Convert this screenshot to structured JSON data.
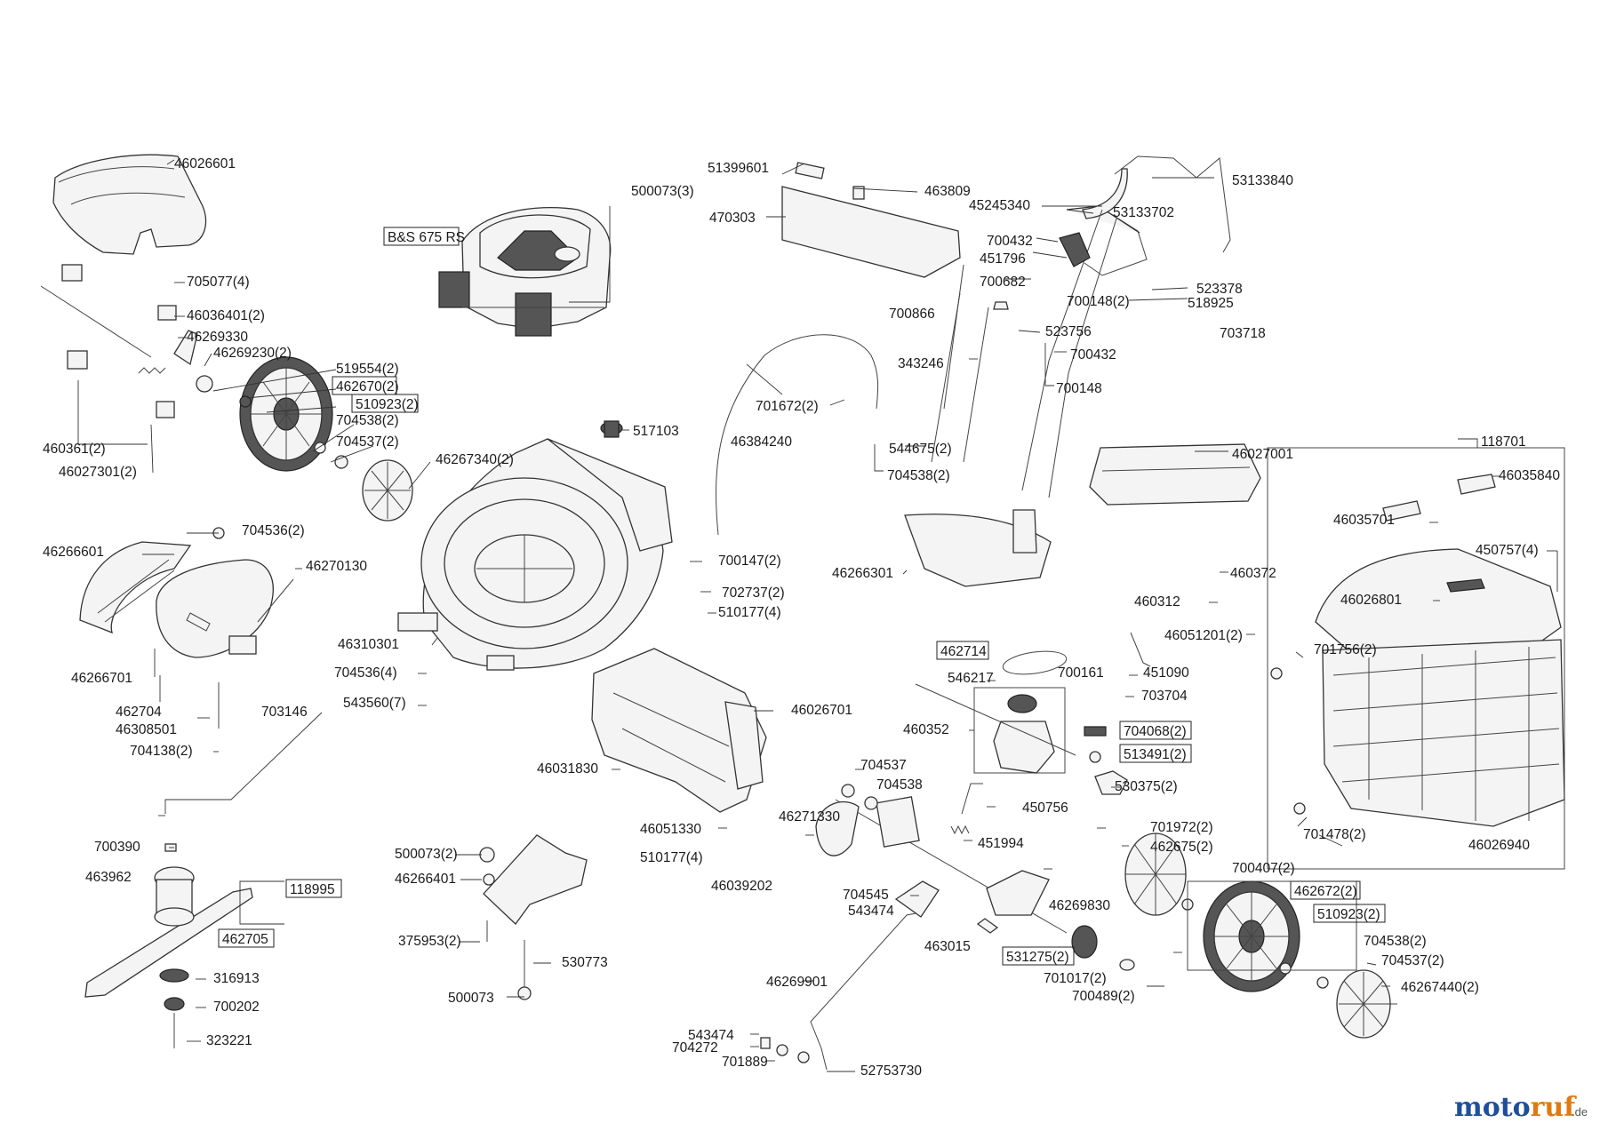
{
  "engine_label": "B&S 675 RS",
  "logo": {
    "text": "motoruf",
    "suffix": ".de",
    "color_primary": "#1f4f9a",
    "color_accent": "#e07a10"
  },
  "boxed_numbers": [
    "462670(2)",
    "510923(2)",
    "462714",
    "704068(2)",
    "513491(2)",
    "462672(2)",
    "510923(2)",
    "531275(2)",
    "118995",
    "462705"
  ],
  "labels": [
    "46026601",
    "705077(4)",
    "46036401(2)",
    "46269330",
    "46269230(2)",
    "519554(2)",
    "704538(2)",
    "704537(2)",
    "46267340(2)",
    "460361(2)",
    "46027301(2)",
    "500073(3)",
    "517103",
    "51399601",
    "463809",
    "470303",
    "53133840",
    "45245340",
    "53133702",
    "700432",
    "451796",
    "700682",
    "700148(2)",
    "523378",
    "518925",
    "700866",
    "523756",
    "703718",
    "343246",
    "700432",
    "700148",
    "701672(2)",
    "46384240",
    "544675(2)",
    "704538(2)",
    "46027001",
    "118701",
    "46035840",
    "46035701",
    "450757(4)",
    "46026801",
    "46266301",
    "460372",
    "460312",
    "46051201(2)",
    "701756(2)",
    "46026940",
    "701478(2)",
    "46266601",
    "704536(2)",
    "46270130",
    "46266701",
    "462704",
    "46308501",
    "703146",
    "704138(2)",
    "46310301",
    "704536(4)",
    "543560(7)",
    "700147(2)",
    "702737(2)",
    "510177(4)",
    "46026701",
    "546217",
    "700161",
    "451090",
    "703704",
    "460352",
    "530375(2)",
    "46031830",
    "704537",
    "704538",
    "450756",
    "451994",
    "46051330",
    "46271330",
    "510177(4)",
    "46039202",
    "701972(2)",
    "462675(2)",
    "700407(2)",
    "704545",
    "543474",
    "46269830",
    "463015",
    "701017(2)",
    "700489(2)",
    "704538(2)",
    "704537(2)",
    "46267440(2)",
    "46269901",
    "543474",
    "704272",
    "701889",
    "52753730",
    "700390",
    "463962",
    "316913",
    "700202",
    "323221",
    "500073(2)",
    "46266401",
    "375953(2)",
    "530773",
    "500073"
  ]
}
